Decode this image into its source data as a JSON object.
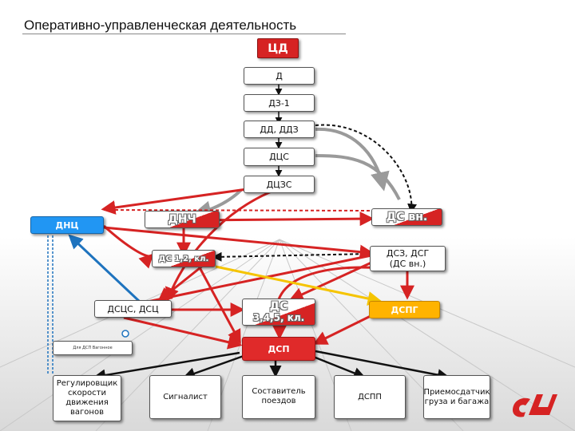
{
  "title": "Оперативно-управленческая деятельность",
  "nodes": {
    "cd": "ЦД",
    "d": "Д",
    "dz1": "ДЗ-1",
    "dd": "ДД, ДДЗ",
    "dcs": "ДЦС",
    "dczs": "ДЦЗС",
    "dnc": "ДНЦ",
    "dnch": "ДНЧ",
    "ds_vn": "ДС вн.",
    "ds12": "ДС 1,2, кл.",
    "dsz": "ДСЗ, ДСГ",
    "dsz_sub": "(ДС вн.)",
    "dscs": "ДСЦС, ДСЦ",
    "ds345": "ДС",
    "ds345_sub": "3,4,5, кл.",
    "dspg": "ДСПГ",
    "dsp": "ДСП",
    "dsp_small": "Для ДСП Вагонное",
    "regul": "Регулировщик скорости движения вагонов",
    "signal": "Сигналист",
    "sostav": "Составитель поездов",
    "dspp": "ДСПП",
    "priem": "Приемосдатчик груза и багажа"
  },
  "colors": {
    "red": "#d62323",
    "blue": "#1e73be",
    "yellow": "#f5c400",
    "black": "#111111",
    "grey": "#9a9a9a"
  }
}
